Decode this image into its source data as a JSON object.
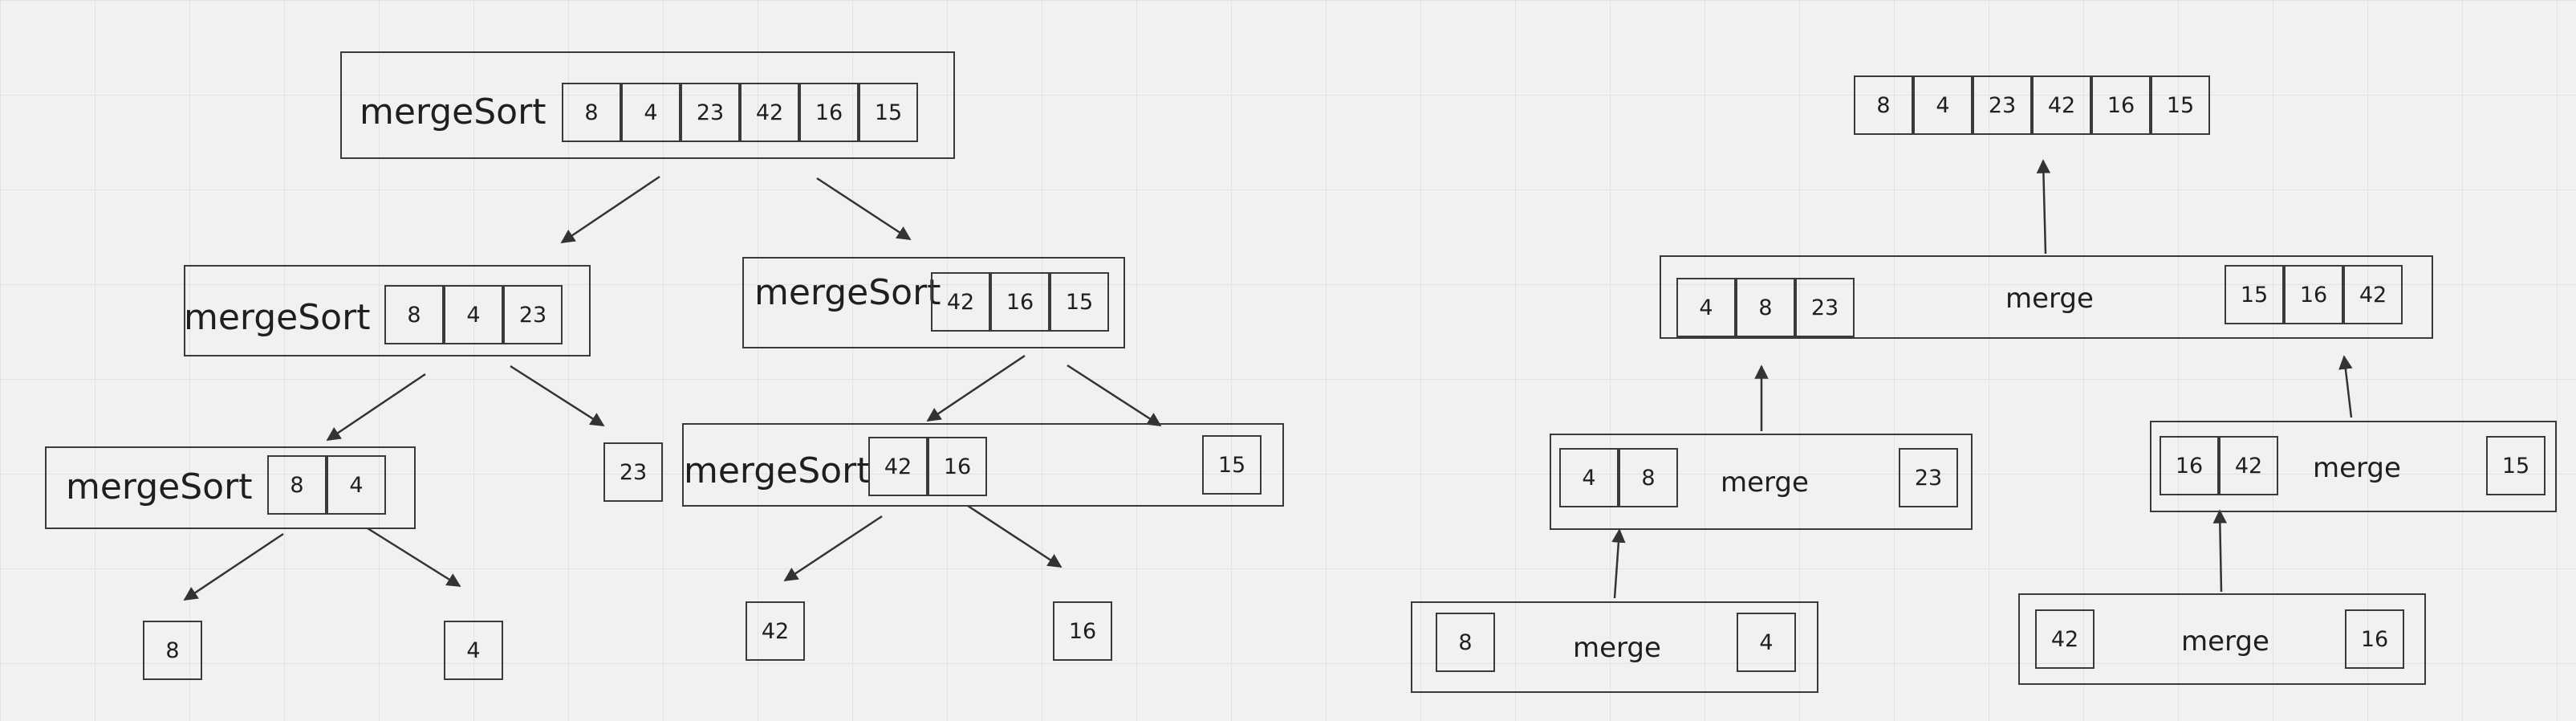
{
  "diagram": {
    "nodes": [
      {
        "id": "s1",
        "label": "mergeSort",
        "values": [
          "8",
          "4",
          "23",
          "42",
          "16",
          "15"
        ]
      },
      {
        "id": "s2",
        "label": "mergeSort",
        "values": [
          "8",
          "4",
          "23"
        ]
      },
      {
        "id": "s3",
        "label": "mergeSort",
        "values": [
          "42",
          "16",
          "15"
        ]
      },
      {
        "id": "s4",
        "label": "mergeSort",
        "values": [
          "8",
          "4"
        ]
      },
      {
        "id": "s5",
        "label": "mergeSort",
        "values": [
          "42",
          "16"
        ],
        "extra": [
          "15"
        ]
      },
      {
        "id": "l23",
        "values": [
          "23"
        ]
      },
      {
        "id": "l8",
        "values": [
          "8"
        ]
      },
      {
        "id": "l4",
        "values": [
          "4"
        ]
      },
      {
        "id": "l42",
        "values": [
          "42"
        ]
      },
      {
        "id": "l16",
        "values": [
          "16"
        ]
      },
      {
        "id": "result",
        "values": [
          "8",
          "4",
          "23",
          "42",
          "16",
          "15"
        ]
      },
      {
        "id": "m1",
        "label": "merge",
        "left": [
          "4",
          "8",
          "23"
        ],
        "right": [
          "15",
          "16",
          "42"
        ]
      },
      {
        "id": "m2",
        "label": "merge",
        "left": [
          "4",
          "8"
        ],
        "right": [
          "23"
        ]
      },
      {
        "id": "m3",
        "label": "merge",
        "left": [
          "16",
          "42"
        ],
        "right": [
          "15"
        ]
      },
      {
        "id": "m4",
        "label": "merge",
        "left": [
          "8"
        ],
        "right": [
          "4"
        ]
      },
      {
        "id": "m5",
        "label": "merge",
        "left": [
          "42"
        ],
        "right": [
          "16"
        ]
      }
    ]
  }
}
